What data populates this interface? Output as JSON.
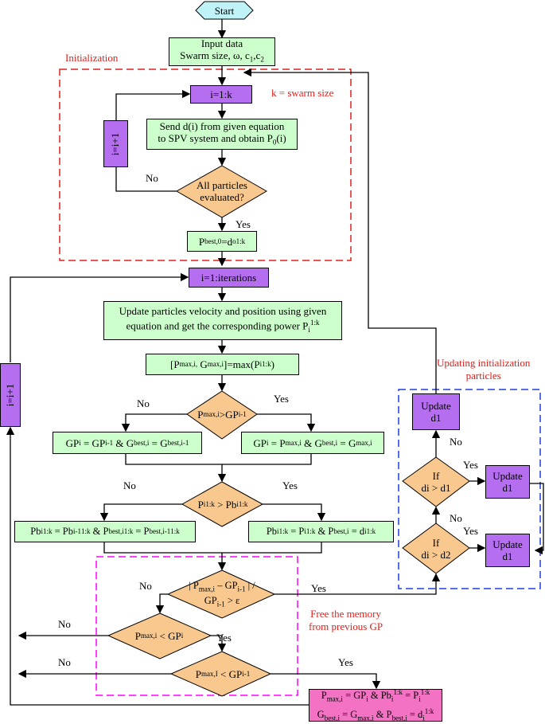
{
  "start": "Start",
  "input": {
    "line1": "Input data",
    "line2": "Swarm size, ω, c₁,c₂"
  },
  "init_label": "Initialization",
  "k_label": "k = swarm size",
  "loop1": "i=1:k",
  "send": {
    "line1": "Send d(i) from given equation",
    "line2": "to SPV system and obtain P₀(i)"
  },
  "all_eval": {
    "line1": "All particles",
    "line2": "evaluated?"
  },
  "inc1": "i=i+1",
  "pbest0": "P₀best,0=d₀ 1:k",
  "loop2": "i=1:iterations",
  "update_vel": {
    "line1": "Update particles velocity and position using given",
    "line2": "equation and get the corresponding power Pᵢ 1:k"
  },
  "max_box": "[Pmax,i, Gmax,i]=max(Pi 1:k)",
  "cond1": "Pmax,i>GPi-1",
  "gp_left": "GPi = GPi-1 & Gbest,i = Gbest,i-1",
  "gp_right": "GPi = Pmax,i & Gbest,i = Gmax,i",
  "cond2": "Pi 1:k > Pbi 1:k",
  "pb_left": "Pbi 1:k = Pbi-1 1:k & Pbest,i 1:k = Pbest,i-1 1:k",
  "pb_right": "Pbi 1:k = Pi 1:k & Pbest,i = di 1:k",
  "cond3": "| Pmax,i – GPi-1 | / GPi-1 > ε",
  "cond4": "Pmax,i < GPi",
  "cond5": "Pmax,I < GPi-1",
  "final": {
    "line1": "Pmax,i = GPi & Pbi 1:k = Pi 1:k",
    "line2": "Gbest,i = Gmax,i & Pbest,i = di 1:k"
  },
  "inc2": "i=i+1",
  "free_mem": {
    "line1": "Free the memory",
    "line2": "from previous GP"
  },
  "upd_init": {
    "line1": "Updating initialization",
    "line2": "particles"
  },
  "update_d1": {
    "line1": "Update",
    "line2": "d1"
  },
  "if1": {
    "line1": "If",
    "line2": "di > d1"
  },
  "if2": {
    "line1": "If",
    "line2": "di > d2"
  },
  "yes": "Yes",
  "no": "No",
  "colors": {
    "green": "#ccffcc",
    "purple": "#b56ef0",
    "orange": "#f8c88e",
    "pink": "#f472c4",
    "cyan": "#bff3f7",
    "red_dash": "#e0201c",
    "magenta_dash": "#ff00ff",
    "blue_dash": "#1f3ee8"
  }
}
